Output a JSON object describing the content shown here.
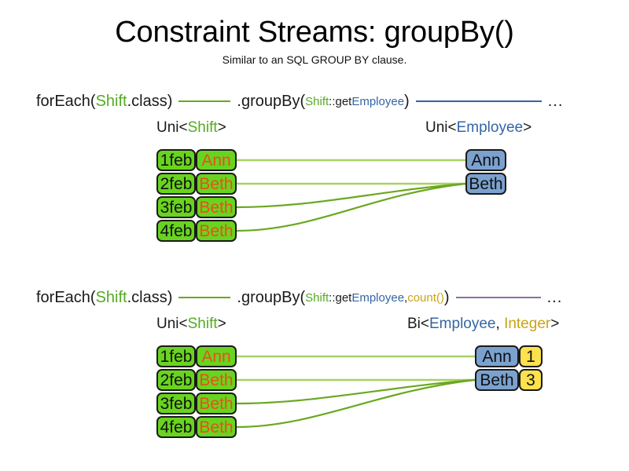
{
  "slide": {
    "title": "Constraint Streams: groupBy()",
    "subtitle": "Similar to an SQL GROUP BY clause."
  },
  "colors": {
    "shift_green": "#69d41f",
    "employee_blue": "#7ba2cf",
    "count_yellow": "#fde14d",
    "class_green_text": "#55aa22",
    "blue_text": "#3465a4",
    "gold_text": "#c8a415",
    "orange_text": "#e8501a",
    "link_green": "#6aa81f",
    "link_purple": "#8d6f9e",
    "border_dark": "#1a1a1a"
  },
  "examples": [
    {
      "id": "example-groupby",
      "code": {
        "for_each_prefix": "forEach(",
        "for_each_class": "Shift",
        "for_each_suffix": ".class)",
        "group_by_prefix": ".groupBy(",
        "mapper_class": "Shift",
        "mapper_sep": "::get",
        "mapper_prop": "Employee",
        "group_by_suffix": ")",
        "trailing_dots": "...",
        "first_rule_color": "green",
        "second_rule_color": "blue"
      },
      "left": {
        "type_label": {
          "prefix": "Uni<",
          "generic": "Shift",
          "suffix": ">"
        },
        "rows": [
          {
            "date": "1feb",
            "name": "Ann"
          },
          {
            "date": "2feb",
            "name": "Beth"
          },
          {
            "date": "3feb",
            "name": "Beth"
          },
          {
            "date": "4feb",
            "name": "Beth"
          }
        ]
      },
      "right": {
        "type_label": {
          "prefix": "Uni<",
          "generic": "Employee",
          "suffix": ">"
        },
        "rows": [
          {
            "name": "Ann"
          },
          {
            "name": "Beth"
          }
        ]
      }
    },
    {
      "id": "example-groupby-count",
      "code": {
        "for_each_prefix": "forEach(",
        "for_each_class": "Shift",
        "for_each_suffix": ".class)",
        "group_by_prefix": ".groupBy(",
        "mapper_class": "Shift",
        "mapper_sep": "::get",
        "mapper_prop": "Employee",
        "mapper_comma": ", ",
        "collector": "count()",
        "group_by_suffix": ")",
        "trailing_dots": "...",
        "first_rule_color": "green",
        "second_rule_color": "purple"
      },
      "left": {
        "type_label": {
          "prefix": "Uni<",
          "generic": "Shift",
          "suffix": ">"
        },
        "rows": [
          {
            "date": "1feb",
            "name": "Ann"
          },
          {
            "date": "2feb",
            "name": "Beth"
          },
          {
            "date": "3feb",
            "name": "Beth"
          },
          {
            "date": "4feb",
            "name": "Beth"
          }
        ]
      },
      "right": {
        "type_label": {
          "prefix": "Bi<",
          "generic": "Employee",
          "comma": ", ",
          "generic2": "Integer",
          "suffix": ">"
        },
        "rows": [
          {
            "name": "Ann",
            "count": "1"
          },
          {
            "name": "Beth",
            "count": "3"
          }
        ]
      }
    }
  ]
}
